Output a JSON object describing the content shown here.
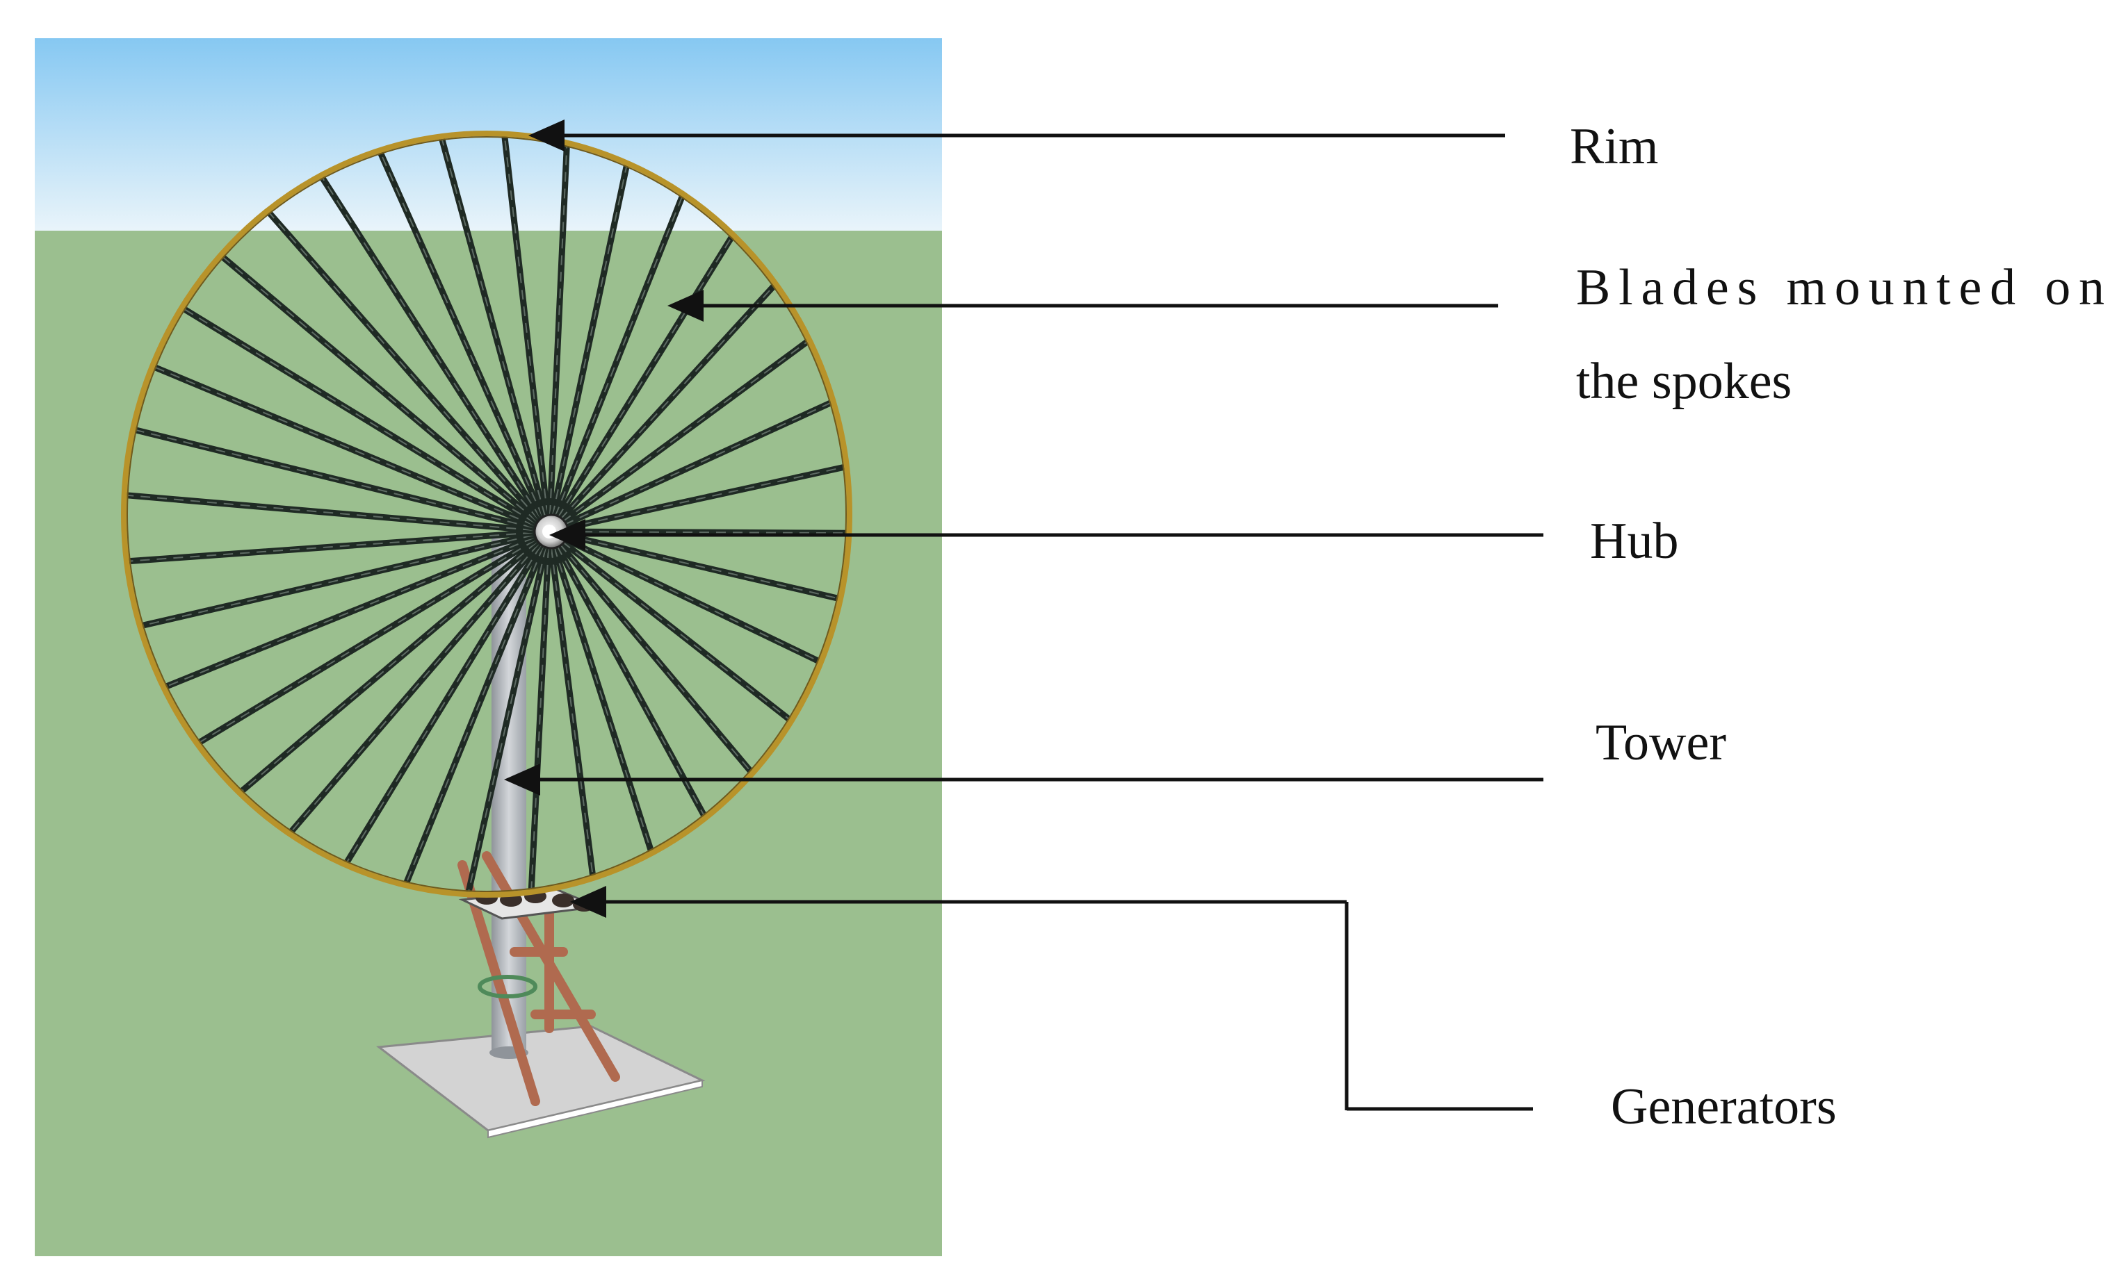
{
  "labels": {
    "rim": "Rim",
    "blades_line1": "Blades mounted on",
    "blades_line2": "the spokes",
    "hub": "Hub",
    "tower": "Tower",
    "generators": "Generators"
  },
  "colors": {
    "sky_top": "#86c8f2",
    "sky_bottom": "#e9f4fa",
    "ground": "#9bbf8f",
    "rim": "#b8932a",
    "spoke": "#1f2a24",
    "tower": "#b8bcc2",
    "frame": "#b06a4f",
    "base_plate": "#d3d3d3",
    "arrow": "#111111"
  },
  "wheel": {
    "spoke_count": 36
  }
}
